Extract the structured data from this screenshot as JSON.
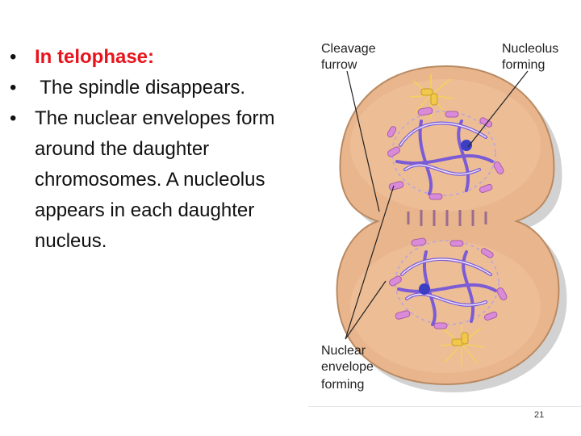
{
  "slide": {
    "bullets": [
      {
        "text": "In telophase:"
      },
      {
        "text": " The spindle disappears."
      },
      {
        "text": "The nuclear envelopes form around the daughter chromosomes. A nucleolus appears in each daughter nucleus."
      }
    ],
    "bullet_glyph": "•",
    "accent_color": "#e8141c",
    "page_number": "21"
  },
  "figure": {
    "labels": {
      "cleavage_line1": "Cleavage",
      "cleavage_line2": "furrow",
      "nucleolus_line1": "Nucleolus",
      "nucleolus_line2": "forming",
      "envelope_line1": "Nuclear",
      "envelope_line2": "envelope",
      "envelope_line3": "forming"
    },
    "colors": {
      "cytoplasm": "#e8b48c",
      "cell_outline": "#b9865e",
      "shadow": "#cfcfcf",
      "chromosome": "#7b5bd6",
      "envelope_vesicle": "#d98ad8",
      "nucleolus": "#3b3fc4",
      "centrosome": "#f2c84a"
    }
  }
}
